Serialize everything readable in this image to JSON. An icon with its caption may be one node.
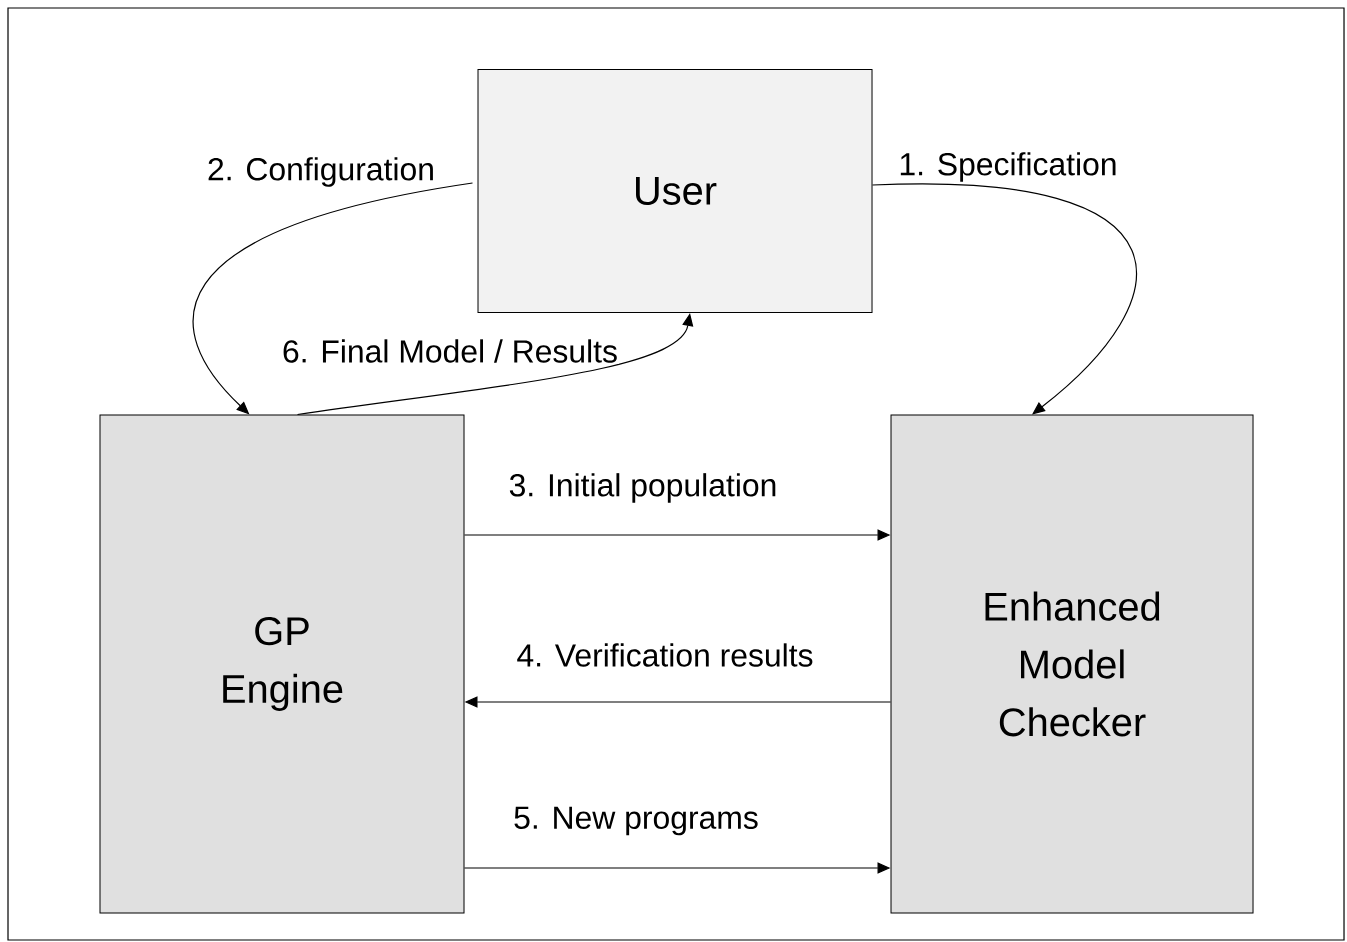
{
  "diagram": {
    "nodes": [
      {
        "text": [
          "User"
        ]
      },
      {
        "text": [
          "GP Engine"
        ]
      },
      {
        "text": [
          "Enhanced Model Checker"
        ]
      }
    ],
    "edges": [
      {
        "from": 0,
        "to": 2,
        "arrow": "to",
        "label": "1. Specification"
      },
      {
        "from": 0,
        "to": 1,
        "arrow": "to",
        "label": "2. Configuration"
      },
      {
        "from": 1,
        "to": 2,
        "arrow": "to",
        "label": "3. Initial population"
      },
      {
        "from": 2,
        "to": 1,
        "arrow": "to",
        "label": "4. Verification results"
      },
      {
        "from": 1,
        "to": 2,
        "arrow": "to",
        "label": "5. New programs"
      },
      {
        "from": 1,
        "to": 0,
        "arrow": "to",
        "label": "6. Final Model / Results"
      }
    ]
  }
}
